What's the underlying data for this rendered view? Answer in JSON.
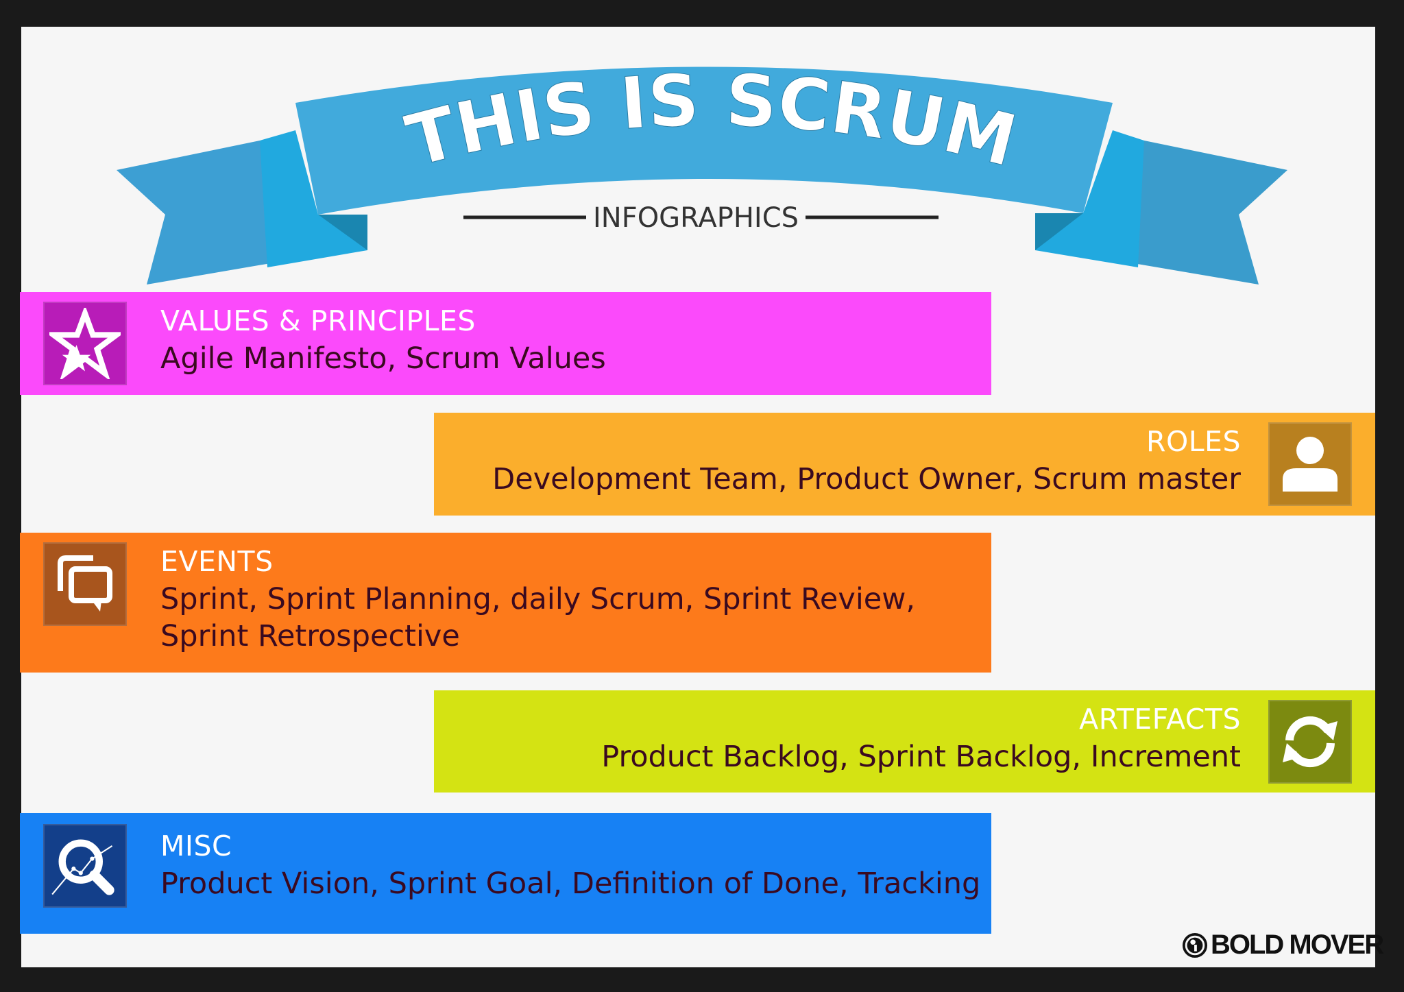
{
  "header": {
    "title": "THIS IS SCRUM",
    "subtitle": "INFOGRAPHICS"
  },
  "colors": {
    "ribbon": "#41aadc",
    "values": "#fb4afb",
    "roles": "#fbae2c",
    "events": "#fd7a1b",
    "artefacts": "#d4e313",
    "misc": "#1781f4"
  },
  "sections": [
    {
      "title": "VALUES & PRINCIPLES",
      "body": "Agile Manifesto, Scrum Values",
      "icon": "star-icon"
    },
    {
      "title": "ROLES",
      "body": "Development Team, Product Owner, Scrum master",
      "icon": "user-icon"
    },
    {
      "title": "EVENTS",
      "body": "Sprint, Sprint Planning, daily Scrum, Sprint Review,",
      "body2": "Sprint Retrospective",
      "icon": "chat-icon"
    },
    {
      "title": "ARTEFACTS",
      "body": "Product Backlog, Sprint Backlog, Increment",
      "icon": "refresh-icon"
    },
    {
      "title": "MISC",
      "body": "Product Vision, Sprint Goal, Definition of Done, Tracking",
      "icon": "search-chart-icon"
    }
  ],
  "brand": {
    "name": "BOLD MOVER"
  }
}
